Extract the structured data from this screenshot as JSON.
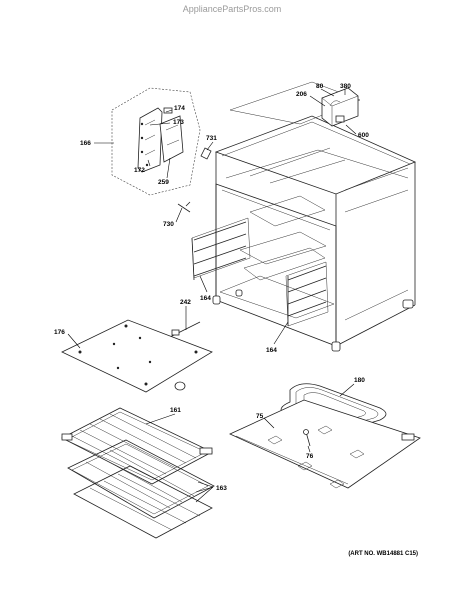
{
  "watermark": "AppliancePartsPros.com",
  "art_number": "(ART NO. WB14881 C15)",
  "parts": [
    {
      "id": "p173",
      "label": "173"
    },
    {
      "id": "p174",
      "label": "174"
    },
    {
      "id": "p166",
      "label": "166"
    },
    {
      "id": "p172",
      "label": "172"
    },
    {
      "id": "p259",
      "label": "259"
    },
    {
      "id": "p80",
      "label": "80"
    },
    {
      "id": "p380",
      "label": "380"
    },
    {
      "id": "p206",
      "label": "206"
    },
    {
      "id": "p600",
      "label": "600"
    },
    {
      "id": "p731",
      "label": "731"
    },
    {
      "id": "p730",
      "label": "730"
    },
    {
      "id": "p164a",
      "label": "164"
    },
    {
      "id": "p164b",
      "label": "164"
    },
    {
      "id": "p242",
      "label": "242"
    },
    {
      "id": "p176",
      "label": "176"
    },
    {
      "id": "p161",
      "label": "161"
    },
    {
      "id": "p163",
      "label": "163"
    },
    {
      "id": "p180",
      "label": "180"
    },
    {
      "id": "p75",
      "label": "75"
    },
    {
      "id": "p76",
      "label": "76"
    }
  ]
}
